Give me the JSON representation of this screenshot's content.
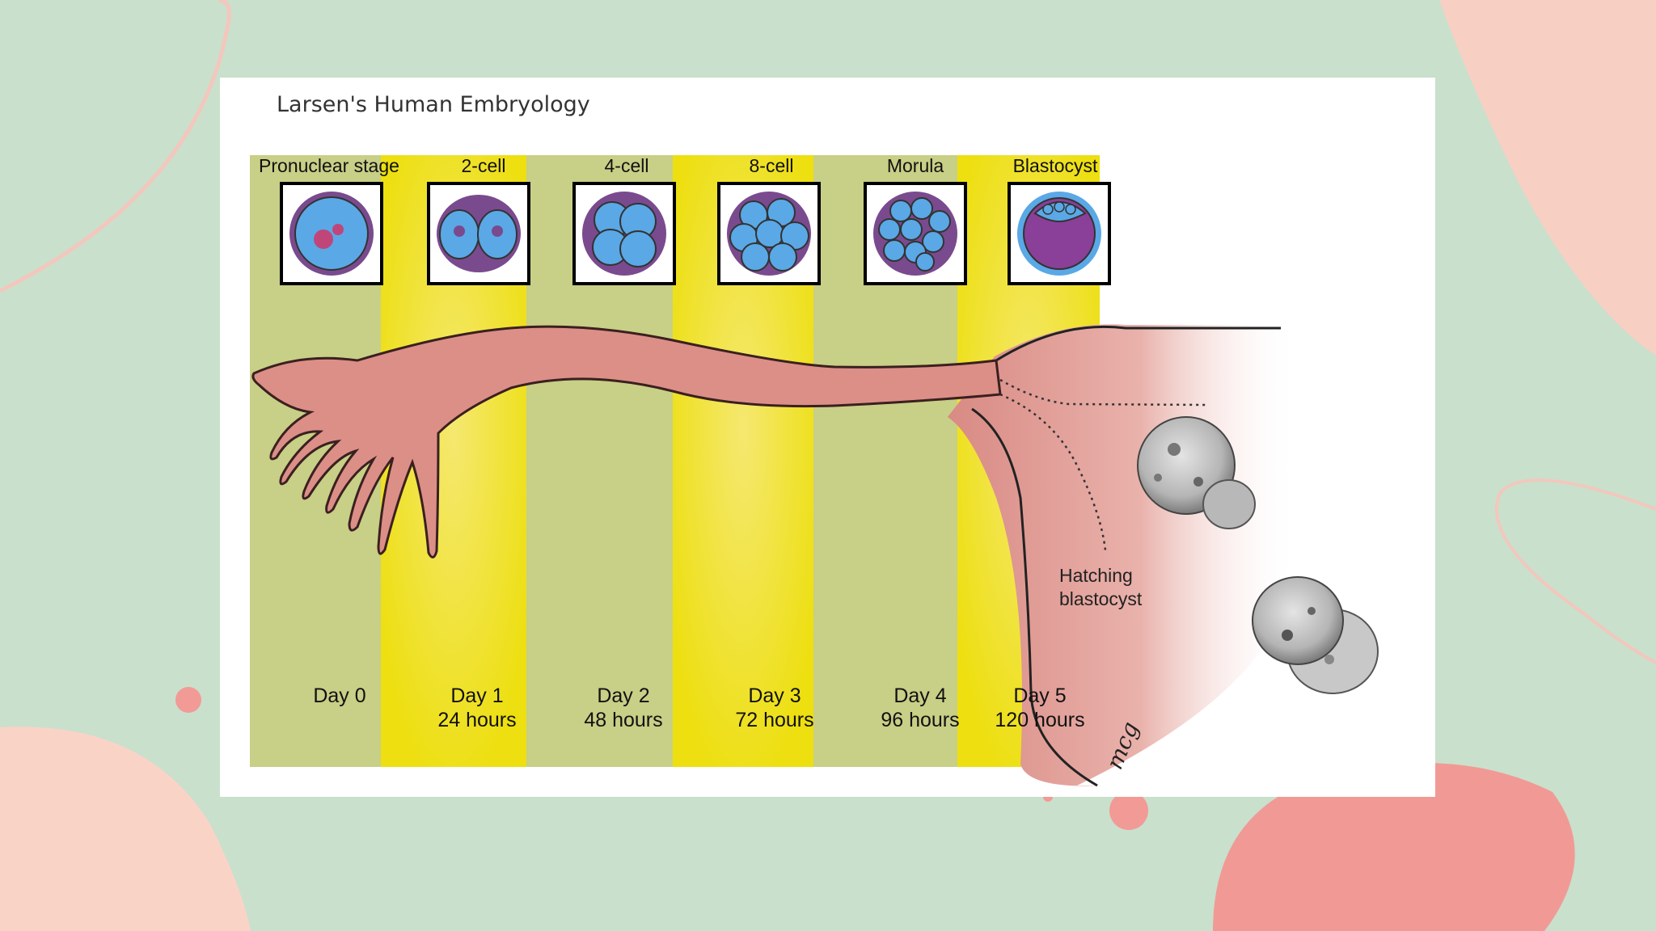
{
  "source_title": "Larsen's Human Embryology",
  "stages": [
    {
      "name": "Pronuclear stage",
      "day": "Day 0",
      "hours": ""
    },
    {
      "name": "2-cell",
      "day": "Day 1",
      "hours": "24 hours"
    },
    {
      "name": "4-cell",
      "day": "Day 2",
      "hours": "48 hours"
    },
    {
      "name": "8-cell",
      "day": "Day 3",
      "hours": "72 hours"
    },
    {
      "name": "Morula",
      "day": "Day 4",
      "hours": "96 hours"
    },
    {
      "name": "Blastocyst",
      "day": "Day 5",
      "hours": "120 hours"
    }
  ],
  "hatching_label": [
    "Hatching",
    "blastocyst"
  ],
  "artist_signature": "mcg",
  "colors": {
    "background": "#c9e0cc",
    "band_green": "#c8cf86",
    "band_yellow": "#efe11f",
    "tube": "#dc8f87",
    "cell_blue": "#5aa8e6",
    "cell_purple": "#8a3f98",
    "blob_pink": "#f2a09a",
    "blob_peach": "#fbd7cc"
  }
}
